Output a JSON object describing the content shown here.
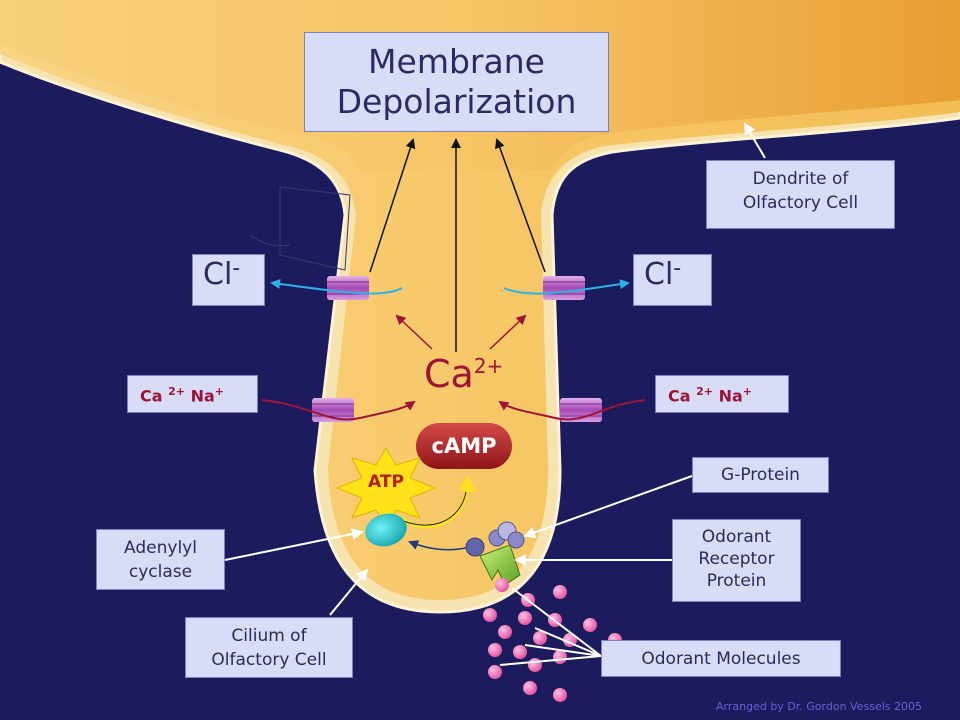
{
  "title": {
    "line1": "Membrane",
    "line2": "Depolarization"
  },
  "labels": {
    "dendrite": {
      "line1": "Dendrite of",
      "line2": "Olfactory Cell"
    },
    "chloride_left": {
      "symbol": "Cl",
      "charge": "-"
    },
    "chloride_right": {
      "symbol": "Cl",
      "charge": "-"
    },
    "ion_left": {
      "ca": "Ca",
      "ca_charge": "2+",
      "na": "Na",
      "na_charge": "+"
    },
    "ion_right": {
      "ca": "Ca",
      "ca_charge": "2+",
      "na": "Na",
      "na_charge": "+"
    },
    "calcium": {
      "symbol": "Ca",
      "charge": "2+"
    },
    "camp": "cAMP",
    "atp": "ATP",
    "g_protein": "G-Protein",
    "receptor": {
      "line1": "Odorant",
      "line2": "Receptor",
      "line3": "Protein"
    },
    "adenylyl": {
      "line1": "Adenylyl",
      "line2": "cyclase"
    },
    "cilium": {
      "line1": "Cilium of",
      "line2": "Olfactory Cell"
    },
    "odorant_molecules": "Odorant Molecules"
  },
  "credit": "Arranged by Dr. Gordon Vessels 2005",
  "colors": {
    "background": "#1b1b5e",
    "cell": "#f3c45c",
    "label_box": "#d9dcf7",
    "ion_text": "#9c1436",
    "camp": "#b3201f",
    "atp": "#ffe21a",
    "odorant": "#f06eb4",
    "chloride_arrow": "#2ab3e8"
  }
}
